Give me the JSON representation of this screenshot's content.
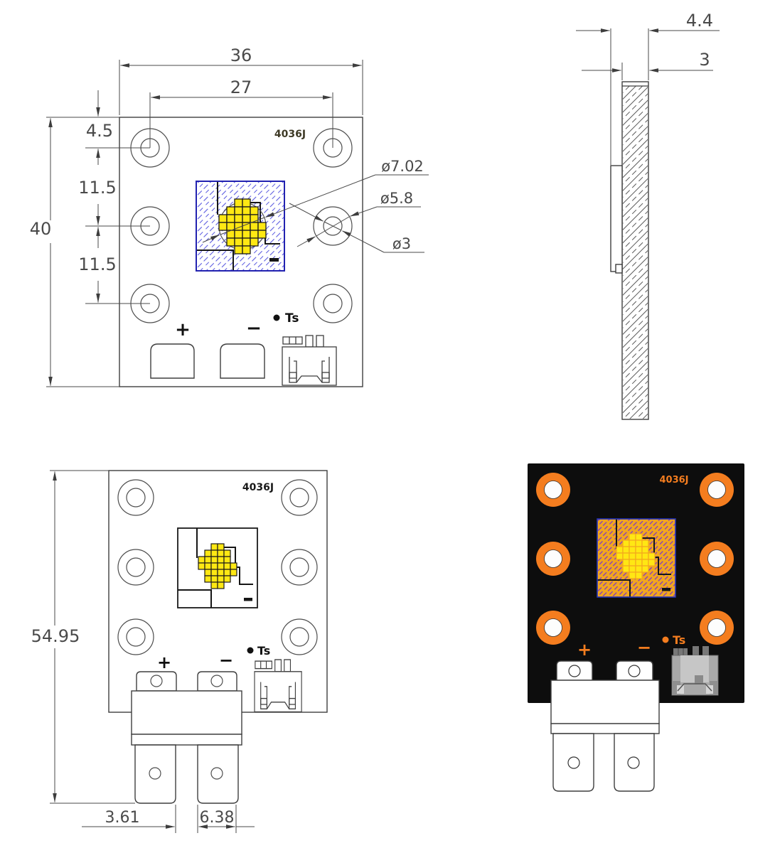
{
  "drawing": {
    "part_number": "4036J",
    "views": {
      "front": {
        "model_label": "4036J",
        "dim_width": "36",
        "dim_hole_span": "27",
        "dim_edge_offset": "4.5",
        "dim_hole_pitch_1": "11.5",
        "dim_hole_pitch_2": "11.5",
        "dim_height": "40",
        "dim_led_circle": "ø7.02",
        "dim_pad_diameter": "ø5.8",
        "dim_hole_diameter": "ø3",
        "plus_label": "+",
        "minus_label": "−",
        "ts_label": "Ts"
      },
      "side": {
        "dim_total_thickness": "4.4",
        "dim_board_thickness": "3"
      },
      "front_with_connector": {
        "model_label": "4036J",
        "dim_height": "54.95",
        "dim_tab_gap": "3.61",
        "dim_tab_width": "6.38",
        "plus_label": "+",
        "minus_label": "−",
        "ts_label": "Ts"
      },
      "rendered": {
        "model_label": "4036J",
        "plus_label": "+",
        "minus_label": "−",
        "ts_label": "Ts"
      }
    },
    "colors": {
      "drawing_line": "#3e3e3e",
      "dimension_text": "#4a4a4a",
      "hatch_blue": "#5a5ae0",
      "chip_border_blue": "#2222b0",
      "led_yellow": "#ffe813",
      "board_black": "#0d0d0d",
      "orange": "#f47d1f",
      "chip_amber": "#f2a71e",
      "hatch_purple": "#7b35c8",
      "connector_gray": "#a9a9a9",
      "model_text_front": "#3e3a26"
    }
  }
}
